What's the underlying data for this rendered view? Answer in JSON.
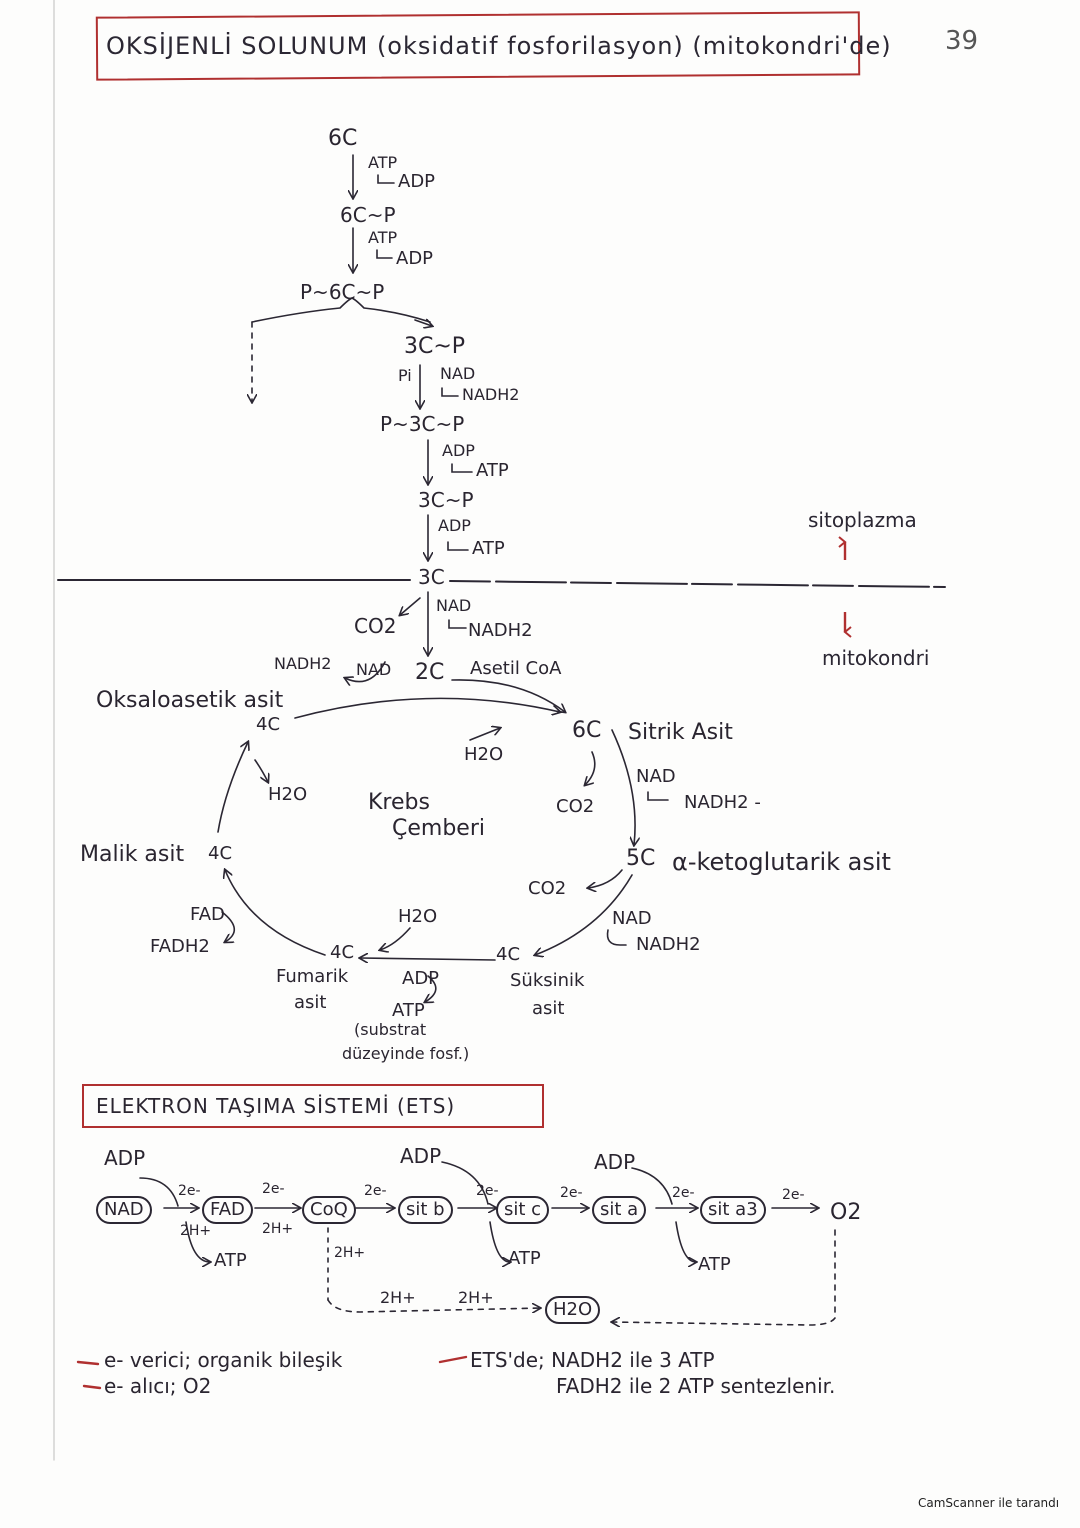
{
  "page_number": "39",
  "title": "OKSİJENLİ SOLUNUM (oksidatif fosforilasyon) (mitokondri'de)",
  "glycolysis": {
    "c6": "6C",
    "atp1": "ATP",
    "adp1": "ADP",
    "c6p": "6C~P",
    "atp2": "ATP",
    "adp2": "ADP",
    "pc6p": "P~6C~P",
    "c3p": "3C~P",
    "pi": "Pi",
    "nad1": "NAD",
    "nadh1": "NADH2",
    "pc3p": "P~3C~P",
    "adp3": "ADP",
    "atp3": "ATP",
    "c3p2": "3C~P",
    "adp4": "ADP",
    "atp4": "ATP",
    "c3": "3C"
  },
  "regions": {
    "cytoplasm": "sitoplazma",
    "mitochondria": "mitokondri"
  },
  "link": {
    "co2": "CO2",
    "nad": "NAD",
    "nadh": "NADH2",
    "c2": "2C",
    "acetyl": "Asetil CoA"
  },
  "krebs": {
    "center1": "Krebs",
    "center2": "Çemberi",
    "nadh_in": "NADH2",
    "nad_in": "NAD",
    "oxalo": "Oksaloasetik asit",
    "oxalo_c": "4C",
    "h2o_top": "H2O",
    "citric_c": "6C",
    "citric": "Sitrik Asit",
    "nad_a": "NAD",
    "nadh_a": "NADH2 -",
    "co2_a": "CO2",
    "akg_c": "5C",
    "akg": "α-ketoglutarik asit",
    "co2_b": "CO2",
    "nad_b": "NAD",
    "nadh_b": "NADH2",
    "succ_c": "4C",
    "succ1": "Süksinik",
    "succ2": "asit",
    "adp": "ADP",
    "atp": "ATP",
    "subs1": "(substrat",
    "subs2": "düzeyinde fosf.)",
    "h2o_fum": "H2O",
    "fum_c": "4C",
    "fum1": "Fumarik",
    "fum2": "asit",
    "fad": "FAD",
    "fadh": "FADH2",
    "malic": "Malik asit",
    "malic_c": "4C",
    "h2o_left": "H2O"
  },
  "ets": {
    "title": "ELEKTRON TAŞIMA SİSTEMİ (ETS)",
    "nodes": [
      "NAD",
      "FAD",
      "CoQ",
      "sit b",
      "sit c",
      "sit a",
      "sit a3"
    ],
    "o2": "O2",
    "adp": "ADP",
    "atp": "ATP",
    "e2": "2e-",
    "h2": "2H+",
    "h2o": "H2O"
  },
  "notes": {
    "donor": "e- verici; organik bileşik",
    "acceptor": "e- alıcı; O2",
    "ets_yield1": "ETS'de; NADH2 ile 3 ATP",
    "ets_yield2": "FADH2 ile 2 ATP sentezlenir."
  },
  "footer": "CamScanner ile tarandı"
}
